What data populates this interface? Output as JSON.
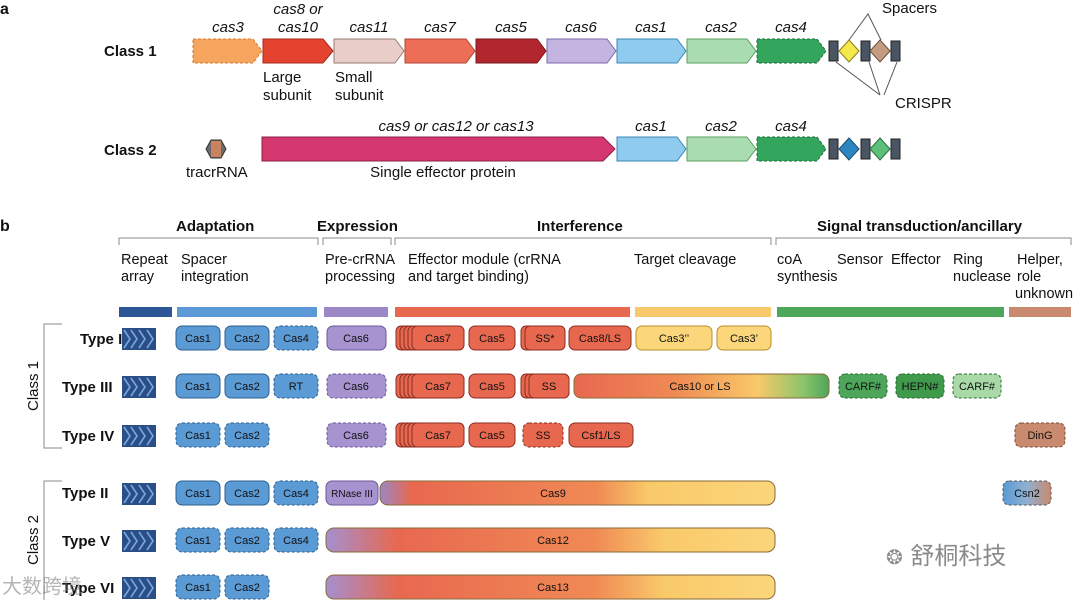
{
  "panel_a": {
    "label": "a",
    "class1": {
      "label": "Class 1",
      "genes": [
        "cas3",
        "cas8 or",
        "cas10",
        "cas11",
        "cas7",
        "cas5",
        "cas6",
        "cas1",
        "cas2",
        "cas4"
      ],
      "large_subunit": [
        "Large",
        "subunit"
      ],
      "small_subunit": [
        "Small",
        "subunit"
      ],
      "spacers": "Spacers",
      "crispr": "CRISPR"
    },
    "class2": {
      "label": "Class 2",
      "effector_genes": "cas9 or cas12 or cas13",
      "genes": [
        "cas1",
        "cas2",
        "cas4"
      ],
      "tracr": "tracrRNA",
      "effector_desc": "Single effector protein"
    }
  },
  "panel_b": {
    "label": "b",
    "stages": [
      "Adaptation",
      "Expression",
      "Interference",
      "Signal transduction/ancillary"
    ],
    "sub": {
      "repeat": [
        "Repeat",
        "array"
      ],
      "spacer": [
        "Spacer",
        "integration"
      ],
      "precr": [
        "Pre-crRNA",
        "processing"
      ],
      "effector": [
        "Effector module (crRNA",
        "and target binding)"
      ],
      "cleavage": "Target cleavage",
      "coa": [
        "coA",
        "synthesis"
      ],
      "sensor": "Sensor",
      "effector2": "Effector",
      "ring": [
        "Ring",
        "nuclease"
      ],
      "helper": [
        "Helper,",
        "role",
        "unknown"
      ]
    },
    "class1_label": "Class 1",
    "class2_label": "Class 2",
    "rows": [
      {
        "type": "Type I",
        "adapt": [
          "Cas1",
          "Cas2",
          "Cas4"
        ],
        "exp": "Cas6",
        "eff": [
          "Cas7",
          "Cas5",
          "SS*",
          "Cas8/LS"
        ],
        "cleave": [
          "Cas3’’",
          "Cas3’"
        ]
      },
      {
        "type": "Type III",
        "adapt": [
          "Cas1",
          "Cas2",
          "RT"
        ],
        "exp": "Cas6",
        "eff": [
          "Cas7",
          "Cas5",
          "SS"
        ],
        "long": "Cas10 or LS",
        "signal": [
          "CARF#",
          "HEPN#",
          "CARF#"
        ]
      },
      {
        "type": "Type IV",
        "adapt": [
          "Cas1",
          "Cas2"
        ],
        "exp": "Cas6",
        "eff": [
          "Cas7",
          "Cas5",
          "SS",
          "Csf1/LS"
        ],
        "helper": "DinG"
      },
      {
        "type": "Type II",
        "adapt": [
          "Cas1",
          "Cas2",
          "Cas4"
        ],
        "exp": "RNase III",
        "long": "Cas9",
        "helper": "Csn2"
      },
      {
        "type": "Type V",
        "adapt": [
          "Cas1",
          "Cas2",
          "Cas4"
        ],
        "long": "Cas12"
      },
      {
        "type": "Type VI",
        "adapt": [
          "Cas1",
          "Cas2"
        ],
        "long": "Cas13"
      }
    ]
  },
  "watermark": {
    "left": "大数跨境",
    "right": "舒桐科技"
  }
}
